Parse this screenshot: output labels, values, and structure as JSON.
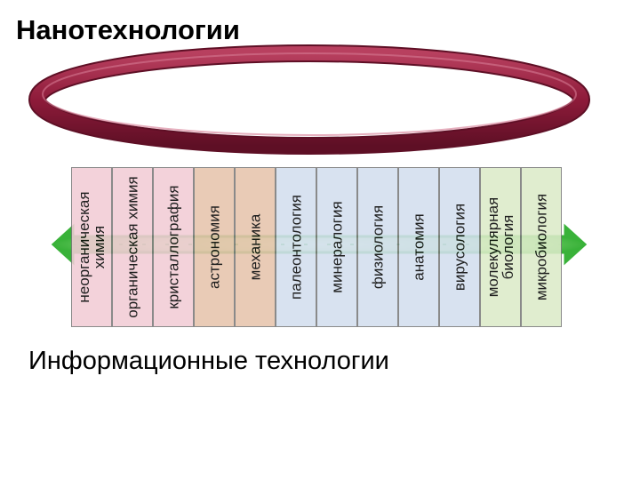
{
  "title": "Нанотехнологии",
  "subtitle": "Информационные технологии",
  "colors": {
    "ring": "#8e1b3a",
    "ring_dark": "#5e0f25",
    "ring_light": "#c45a76",
    "arrow": "#2fae2f",
    "arrow_light": "#bdf0a8",
    "pink": "#f2ccd5",
    "tan": "#e6c4ac",
    "blue": "#d3dfee",
    "green": "#dcebc9"
  },
  "columns": [
    {
      "label": "неорганическая химия",
      "color": "pink"
    },
    {
      "label": "органическая химия",
      "color": "pink"
    },
    {
      "label": "кристаллография",
      "color": "pink"
    },
    {
      "label": "астрономия",
      "color": "tan"
    },
    {
      "label": "механика",
      "color": "tan"
    },
    {
      "label": "палеонтология",
      "color": "blue"
    },
    {
      "label": "минералогия",
      "color": "blue"
    },
    {
      "label": "физиология",
      "color": "blue"
    },
    {
      "label": "анатомия",
      "color": "blue"
    },
    {
      "label": "вирусология",
      "color": "blue"
    },
    {
      "label": "молекулярная биология",
      "color": "green"
    },
    {
      "label": "микробиология",
      "color": "green"
    }
  ]
}
